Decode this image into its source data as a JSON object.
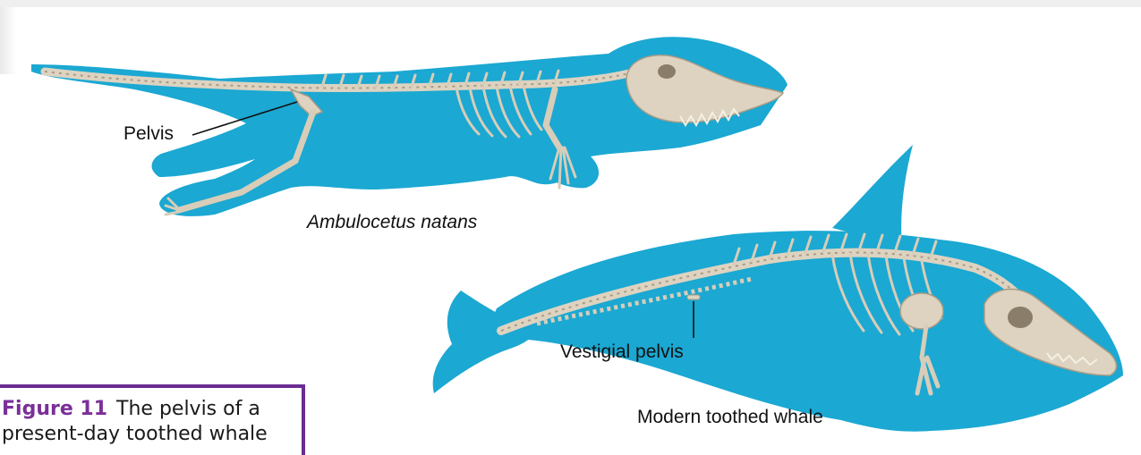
{
  "labels": {
    "pelvis": "Pelvis",
    "ambulocetus": "Ambulocetus natans",
    "vestigial_pelvis": "Vestigial pelvis",
    "modern_whale": "Modern toothed whale"
  },
  "caption": {
    "figure_number": "Figure 11",
    "line1": "The pelvis of a",
    "line2": "present-day toothed whale"
  },
  "colors": {
    "whale_blue": "#1ba8d2",
    "bone": "#ddd3c0",
    "bone_shadow": "#a89c86",
    "caption_border": "#6a2c91",
    "figure_number": "#7b2f98"
  },
  "icons": {
    "ambulocetus_illustration": "ambulocetus-skeleton-illustration",
    "modern_whale_illustration": "toothed-whale-skeleton-illustration"
  }
}
